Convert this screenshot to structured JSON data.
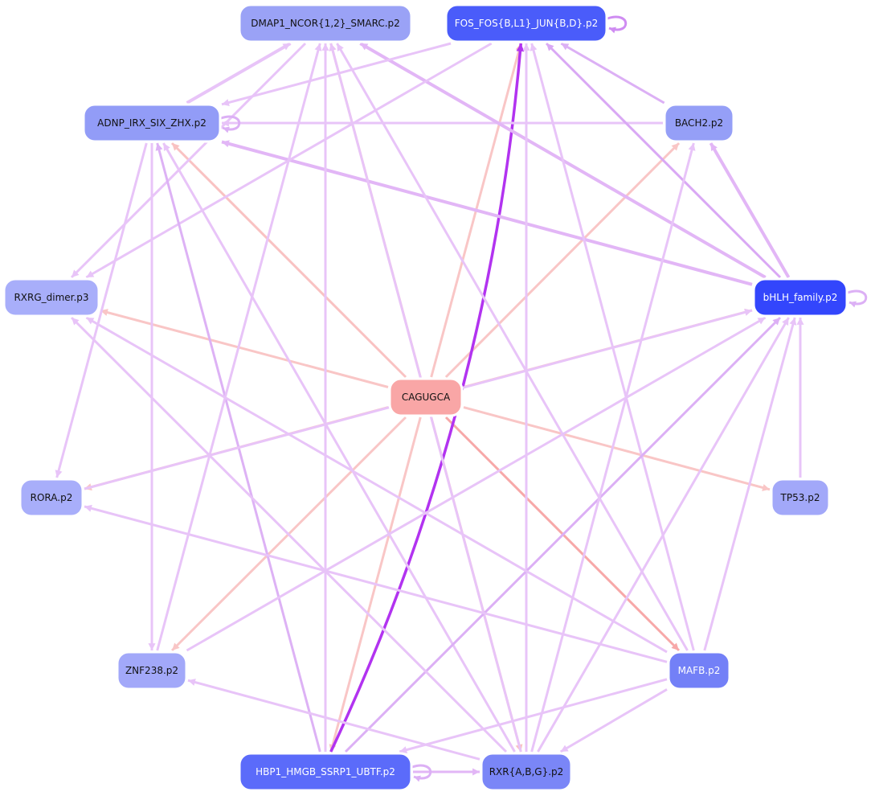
{
  "nodes": [
    {
      "id": "dmap1",
      "label": "DMAP1_NCOR{1,2}_SMARC.p2",
      "fill": "#9aa2f6",
      "text_color": "#111111"
    },
    {
      "id": "fos",
      "label": "FOS_FOS{B,L1}_JUN{B,D}.p2",
      "fill": "#4a5cfa",
      "text_color": "#ffffff"
    },
    {
      "id": "adnp",
      "label": "ADNP_IRX_SIX_ZHX.p2",
      "fill": "#929cf7",
      "text_color": "#111111"
    },
    {
      "id": "bach2",
      "label": "BACH2.p2",
      "fill": "#959ff7",
      "text_color": "#111111"
    },
    {
      "id": "rxrg",
      "label": "RXRG_dimer.p3",
      "fill": "#a8aefa",
      "text_color": "#111111"
    },
    {
      "id": "bhlh",
      "label": "bHLH_family.p2",
      "fill": "#3346fc",
      "text_color": "#ffffff"
    },
    {
      "id": "cagugca",
      "label": "CAGUGCA",
      "fill": "#f9a6a6",
      "text_color": "#111111"
    },
    {
      "id": "rora",
      "label": "RORA.p2",
      "fill": "#a8aefa",
      "text_color": "#111111"
    },
    {
      "id": "tp53",
      "label": "TP53.p2",
      "fill": "#a2a8f9",
      "text_color": "#111111"
    },
    {
      "id": "znf238",
      "label": "ZNF238.p2",
      "fill": "#a2a8f9",
      "text_color": "#111111"
    },
    {
      "id": "mafb",
      "label": "MAFB.p2",
      "fill": "#7380f7",
      "text_color": "#ffffff"
    },
    {
      "id": "hbp1",
      "label": "HBP1_HMGB_SSRP1_UBTF.p2",
      "fill": "#5b6bfa",
      "text_color": "#ffffff"
    },
    {
      "id": "rxrabg",
      "label": "RXR{A,B,G}.p2",
      "fill": "#7a86f7",
      "text_color": "#111111"
    }
  ],
  "edges": [
    {
      "from": "cagugca",
      "to": "dmap1",
      "color": "#f9c2c2",
      "weight": 3
    },
    {
      "from": "cagugca",
      "to": "fos",
      "color": "#f9c6c6",
      "weight": 3
    },
    {
      "from": "cagugca",
      "to": "adnp",
      "color": "#f9c2c2",
      "weight": 3
    },
    {
      "from": "cagugca",
      "to": "bach2",
      "color": "#f9c6c6",
      "weight": 3
    },
    {
      "from": "cagugca",
      "to": "rxrg",
      "color": "#f9c6c6",
      "weight": 3
    },
    {
      "from": "cagugca",
      "to": "bhlh",
      "color": "#f9c6c6",
      "weight": 3
    },
    {
      "from": "cagugca",
      "to": "rora",
      "color": "#f9c6c6",
      "weight": 3
    },
    {
      "from": "cagugca",
      "to": "tp53",
      "color": "#f9c6c6",
      "weight": 3
    },
    {
      "from": "cagugca",
      "to": "znf238",
      "color": "#f9c6c6",
      "weight": 3
    },
    {
      "from": "cagugca",
      "to": "mafb",
      "color": "#f7a8a8",
      "weight": 3
    },
    {
      "from": "cagugca",
      "to": "hbp1",
      "color": "#f9c6c6",
      "weight": 3
    },
    {
      "from": "cagugca",
      "to": "rxrabg",
      "color": "#f9c2c2",
      "weight": 3
    },
    {
      "from": "hbp1",
      "to": "fos",
      "color": "#b233f0",
      "weight": 3.5,
      "curve": 0.09
    },
    {
      "from": "adnp",
      "to": "dmap1",
      "color": "#e8c4f8",
      "weight": 4
    },
    {
      "from": "bach2",
      "to": "adnp",
      "color": "#e8c4f8",
      "weight": 3
    },
    {
      "from": "bhlh",
      "to": "adnp",
      "color": "#e2b6f6",
      "weight": 4
    },
    {
      "from": "bhlh",
      "to": "dmap1",
      "color": "#e2b6f6",
      "weight": 4
    },
    {
      "from": "bhlh",
      "to": "fos",
      "color": "#d9a8f4",
      "weight": 3
    },
    {
      "from": "bhlh",
      "to": "bach2",
      "color": "#e2b6f6",
      "weight": 4
    },
    {
      "from": "bach2",
      "to": "fos",
      "color": "#dcb0f5",
      "weight": 3
    },
    {
      "from": "fos",
      "to": "adnp",
      "color": "#e8c4f8",
      "weight": 3
    },
    {
      "from": "fos",
      "to": "rxrg",
      "color": "#e8c4f8",
      "weight": 3
    },
    {
      "from": "dmap1",
      "to": "rxrg",
      "color": "#e8c4f8",
      "weight": 3
    },
    {
      "from": "adnp",
      "to": "rora",
      "color": "#e8c4f8",
      "weight": 3
    },
    {
      "from": "adnp",
      "to": "znf238",
      "color": "#e8c4f8",
      "weight": 3
    },
    {
      "from": "hbp1",
      "to": "adnp",
      "color": "#ddb2f5",
      "weight": 3
    },
    {
      "from": "rxrabg",
      "to": "adnp",
      "color": "#e8c4f8",
      "weight": 3
    },
    {
      "from": "znf238",
      "to": "dmap1",
      "color": "#e8c4f8",
      "weight": 3
    },
    {
      "from": "hbp1",
      "to": "dmap1",
      "color": "#e8c4f8",
      "weight": 3
    },
    {
      "from": "rxrabg",
      "to": "dmap1",
      "color": "#e8c4f8",
      "weight": 3
    },
    {
      "from": "mafb",
      "to": "dmap1",
      "color": "#e8c4f8",
      "weight": 3
    },
    {
      "from": "rxrabg",
      "to": "fos",
      "color": "#e8c4f8",
      "weight": 3
    },
    {
      "from": "mafb",
      "to": "fos",
      "color": "#e8c4f8",
      "weight": 3
    },
    {
      "from": "rora",
      "to": "bhlh",
      "color": "#e8c4f8",
      "weight": 3
    },
    {
      "from": "znf238",
      "to": "bhlh",
      "color": "#e8c4f8",
      "weight": 3
    },
    {
      "from": "hbp1",
      "to": "bhlh",
      "color": "#dcb0f5",
      "weight": 3
    },
    {
      "from": "rxrabg",
      "to": "bhlh",
      "color": "#e8c4f8",
      "weight": 3
    },
    {
      "from": "mafb",
      "to": "bhlh",
      "color": "#e8c4f8",
      "weight": 3
    },
    {
      "from": "tp53",
      "to": "bhlh",
      "color": "#e8c4f8",
      "weight": 3
    },
    {
      "from": "rxrabg",
      "to": "bach2",
      "color": "#e8c4f8",
      "weight": 3
    },
    {
      "from": "mafb",
      "to": "rxrg",
      "color": "#e8c4f8",
      "weight": 3
    },
    {
      "from": "rxrabg",
      "to": "rxrg",
      "color": "#e8c4f8",
      "weight": 3
    },
    {
      "from": "mafb",
      "to": "rora",
      "color": "#e8c4f8",
      "weight": 3
    },
    {
      "from": "rxrabg",
      "to": "znf238",
      "color": "#e8c4f8",
      "weight": 3
    },
    {
      "from": "mafb",
      "to": "hbp1",
      "color": "#e8c4f8",
      "weight": 3
    },
    {
      "from": "mafb",
      "to": "rxrabg",
      "color": "#e8c4f8",
      "weight": 3
    },
    {
      "from": "hbp1",
      "to": "rxrabg",
      "color": "#e2b6f6",
      "weight": 3
    }
  ],
  "self_loops": [
    {
      "node": "fos",
      "color": "#cf8cf2",
      "weight": 3
    },
    {
      "node": "adnp",
      "color": "#dcb0f5",
      "weight": 3
    },
    {
      "node": "bhlh",
      "color": "#dcb0f5",
      "weight": 3
    },
    {
      "node": "hbp1",
      "color": "#dcb0f5",
      "weight": 3
    }
  ]
}
